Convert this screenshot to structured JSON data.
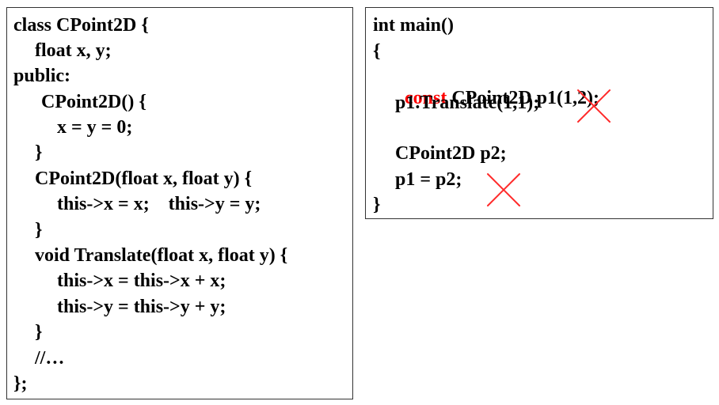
{
  "colors": {
    "keyword_const": "#ff0000",
    "cross_mark": "#ff2a2a",
    "border": "#333333"
  },
  "left_code": {
    "lines": [
      "class CPoint2D {",
      "float x, y;",
      "public:",
      "CPoint2D() {",
      "x = y = 0;",
      "}",
      "CPoint2D(float x, float y) {",
      "this->x = x;    this->y = y;",
      "}",
      "void Translate(float x, float y) {",
      "this->x = this->x + x;",
      "this->y = this->y + y;",
      "}",
      "//…",
      "};"
    ]
  },
  "right_code": {
    "line1": "int main()",
    "line2": "{",
    "line3_keyword": "const",
    "line3_rest": " CPoint2D p1(1,2);",
    "line4": "p1.Translate(1,1);",
    "line5": "CPoint2D p2;",
    "line6": "p1 = p2;",
    "line7": "}"
  },
  "icons": {
    "error_mark": "cross-icon"
  }
}
